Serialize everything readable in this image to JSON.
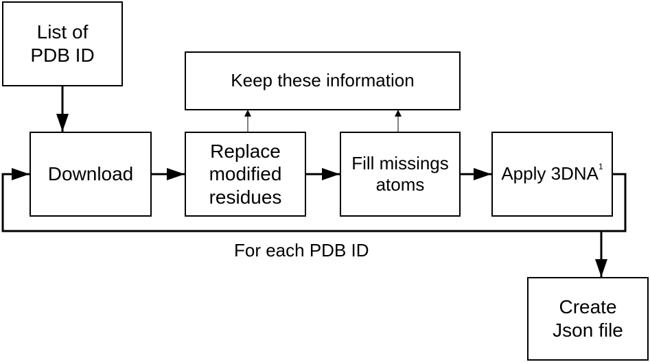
{
  "nodes": {
    "list": {
      "lines": [
        "List of",
        "PDB ID"
      ]
    },
    "download": {
      "lines": [
        "Download"
      ]
    },
    "replace": {
      "lines": [
        "Replace",
        "modified",
        "residues"
      ]
    },
    "fill": {
      "lines": [
        "Fill missings",
        "atoms"
      ]
    },
    "apply": {
      "text": "Apply 3DNA",
      "superscript": "1"
    },
    "keep": {
      "lines": [
        "Keep these information"
      ]
    },
    "json": {
      "lines": [
        "Create",
        "Json file"
      ]
    }
  },
  "loop_label": "For each PDB ID",
  "colors": {
    "line": "#000000",
    "background": "#ffffff"
  }
}
